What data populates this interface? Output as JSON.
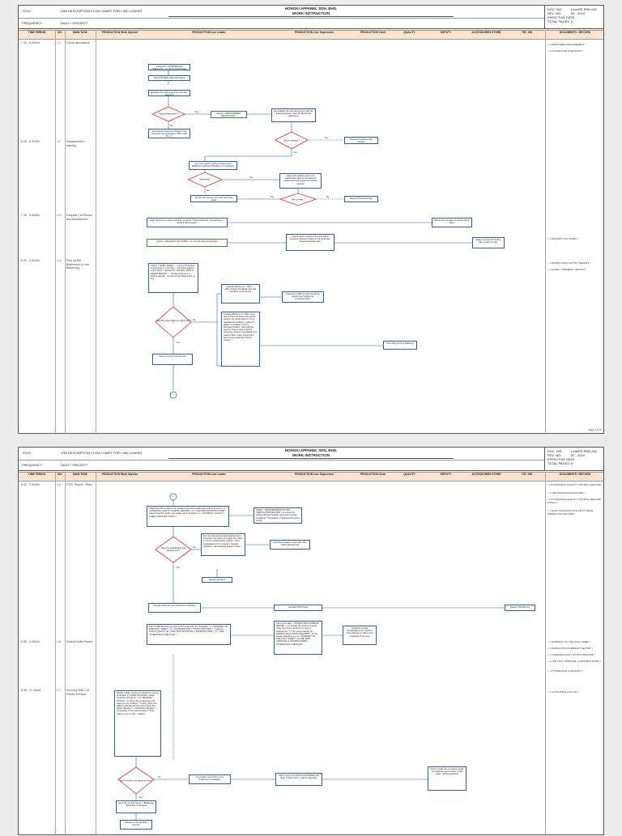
{
  "header": {
    "company": "HONGKI APPAREL SDN. BHD.",
    "title": "WORK INSTRUCTION",
    "label_title": "TITLE :",
    "title_value": "JOB DESCRIPTION FLOW CHART FOR LINE LEADER",
    "label_frequency": "FREQUENCY",
    "frequency_value": "DAILY / PROJECT",
    "doc_no_label": "DOC. NO.",
    "doc_no_value": "LeanPE-PRD-002",
    "rev_label": "REV. NO.",
    "rev_value": "00 - 2019",
    "eff_label": "EFFECTIVE DATE",
    "pages_label": "TOTAL PAGES",
    "pages_value": "6"
  },
  "columns": [
    "TIME PERIOD",
    "NO.",
    "MAIN TASK",
    "PRODUCTION Work Injector",
    "PRODUCTION Line Leader",
    "PRODUCTION Line Supervisor",
    "PRODUCTION Clerk",
    "QUALITY",
    "DEPUTY",
    "ACCESSORIES STORE",
    "TIE / SW",
    "DOCUMENTS / RECORD"
  ],
  "page1": {
    "rows": [
      {
        "time": "7.30 - 8.00AM",
        "no": "1.1",
        "task": "Check Attendance"
      },
      {
        "time": "8.00 - 8.30AM",
        "no": "1.2",
        "task": "Replacement / training"
      },
      {
        "time": "7.30 - 9.00AM",
        "no": "1.3",
        "task": "Request Cut Pieces and Accessories"
      },
      {
        "time": "8.30 - 9.30AM",
        "no": "1.4",
        "task": "First up the Bottleneck & Line Balancing"
      }
    ],
    "boxes": {
      "b1": "Check the < ATTENDANCE CHECKLIST > for all the subordinates in line",
      "b2": "Check SPINEAL daily attendance",
      "b3": "Evaluate the work assignment and line balancing",
      "d1": "Require Manpower ?",
      "b4": "Submit < REPLACEMENT REQUISITION >",
      "b5": "Re-evaluate the work assignment with the balancing before make the Manpower adjustment",
      "b6": "Submit Daily Reports as below to line Supervisor for verification ( TPR, VRR TH ) ( )",
      "d2": "Able to arrange ?",
      "b7": "Request Production Mgr support",
      "b8": "Give new worker briefing & training and additional machines (Production) if necessary",
      "d3": "Need help?",
      "b9": "Liase with coaching team and maintenance Dept to complete the related technical support & machine required",
      "b10": "Ensure the operator can meet the hourly target",
      "d4": "Able to settle ?",
      "b11": "Request Production Mgr",
      "b12": "Login Number to request next day cut pieces * Target Required - Actual Output = Extra 2 Hours output",
      "b13": "Deliver the next day cut pieces before 10am",
      "b14": "Submit < REQUEST ACC FORM > for next two days accessories",
      "b15": "Identify all the required trims and follow accessory Request Status to the production Supervisor before 8am",
      "b16": "Deliver accessories before 9am to the next day",
      "b17": "Collect < WORK SHEET > + Hourly Production Output Report ( prior day ) - the hourly target & output result - Update the < HOURLY TRIM & BRAND REPORT > - Double check on 1-4 leading quantity - Ensure Hourly Target Input on line",
      "b18": "If actual efficiency is < 90% + < 95%, Analyse the Bottleneck and introduce improvement",
      "b19": "Assist line Leader to solve the hourly target issue holding line process/problem",
      "d5": "Meet the target efficiency above 90% ?",
      "b20": "If actual efficiency is < 90%, must find out the root cause why cannot achieve the hourly target 1) If it is management problem, update & adjust immediately 2) If it is technical problem, call Coaching team for help to solve and find balancing problem immediately 3) If need to inform other Department, ask for Line Supervisor help & support",
      "b21": "Time study and line balancing",
      "b22": "Keep on Hourly Improvement",
      "yes": "Yes",
      "no": "No",
      "connector": "1"
    },
    "docs": [
      "• < MANPOWER REQUIREMENT >",
      "• < ATTENDANCE CHECKLIST >",
      "• < REQUEST ACC FORM >",
      "• < PRODUCTION OUTPUT REPORT >",
      "• < HOURLY TRIMMING REPORT >"
    ],
    "page_no": "Page 1 of 6"
  },
  "page2": {
    "rows": [
      {
        "time": "8.30 - 9.30AM",
        "no": "1.5",
        "task": "FTRL Report - Main"
      },
      {
        "time": "8.30 - 9.45AM",
        "no": "1.6",
        "task": "Submit Daily Report"
      },
      {
        "time": "8.30 - 11.30AM",
        "no": "1.7",
        "task": "Morning Shift Cut Pieces Preview"
      }
    ],
    "boxes": {
      "connector": "1",
      "c1": "Check First Piece garment for measurement and update the result to as below: 1) < AUTHENTIC QUALITY (CHECK) RECORD > 2) < LINE SPECIFICATION FORM > Check Final line quality and update report as below: 1) < AUTHENTIC QUALITY (CHECK) RECORD (FINAL) >",
      "c2": "Update < MEASUREMENT/FITTING VERIFICATION RECORD > to ensure the setting followed Supplier manual and tuning conditions * Temperature, Speed and Pressure setting",
      "d1": "Meet the specification and requirements ?",
      "c3": "Find out the rejected workmanship issue found the root cause and adjust the output 1) If it is a workmanship problem, solve immediately 2) If it is found in Supplier (problem), call Coaching Expert to solve",
      "c4": "Assist line Leader to work with other related departments",
      "c5": "Rework all output",
      "c6": "Prepare report for Line Supervisor's checking",
      "c7": "Checked FRS Report",
      "c8": "Review FRS Reports",
      "c9": "Submit Daily Reports as below to line Supervisor for verification: 1) < SUMMARY OF LINE DAILY SHEET > 2) < STANDARD DAILY OUTPUT RECORD > ( Cutting & Finishing Record ) 3) < LINE TEST APPROVAL & TRAINING FORM > 4) < LINE ATTENDANCE CHECKLIST >",
      "c10": "Call out the daily < PRODUCTION SUMMARY REPORT > to compare the input and output Verify the reports as below for write or arrangement: 1) The output quantity of < PRODUCTION OUTPUT RECORD > 2) The actual cutting/line pcs of < SUMMARY OF LINE DAILY SHEET > 3) LINE TEST APPROVAL & TRAINING FORM + ATTENDANCE CHECKLIST",
      "c11": "Update the actual output/balance for machine data collection to TIE & main Production & Tie (1/2)",
      "c12": "Worker Leader receive cut pieces for coming production 1) Confirm the bundle / Stage received correctly by < CUT BUNDLE OPTION > 2) Check the number tag no & status for cut condition ** Cutting Clerk can deliver to bundle via cart (new colour) 1st - Bottom Bundles * + 2nd Bottom Bundles * + 3 Complete / Front panel bottom ** (2nd delivery time is 2.30 - 3.30pm)",
      "d2": "Able to receive cut pieces on time ?",
      "c13": "Line leader must inform to the Supervisor immediately",
      "c14": "Must report to QC department/ASB/line HR Boss, if Boss inform, call line assembly",
      "c15": "Keep to settle the cut pieces supply to production before 11am, if else settle, call line assembly",
      "c16": "Issue the number tag no. + Backpanel distribution to Workers",
      "c17": "Allocate to the specified operator",
      "yes": "Yes",
      "no": "No"
    },
    "docs": [
      "• < IN-PROCESS QUALITY CONTROL RECORD >",
      "• < LINE SPECIFICATION FORM >",
      "• < IN-PROCESS QUALITY CONTROL RECORD (FINAL) >",
      "• < ROLE STANDARD FOR FIRST PIECE INSPECTION RECORD >",
      "• < SUMMARY OF LINE DAILY SHEET >",
      "• < PRODUCTION SUMMARY REPORT >",
      "• < STANDARD DAILY OUTPUT RECORD >",
      "• < LINE TEST APPROVAL & TRAINING FORM >",
      "• < ATTENDANCE CHECKLIST >",
      "• < CUT BUNDLE LIST ING >"
    ]
  }
}
